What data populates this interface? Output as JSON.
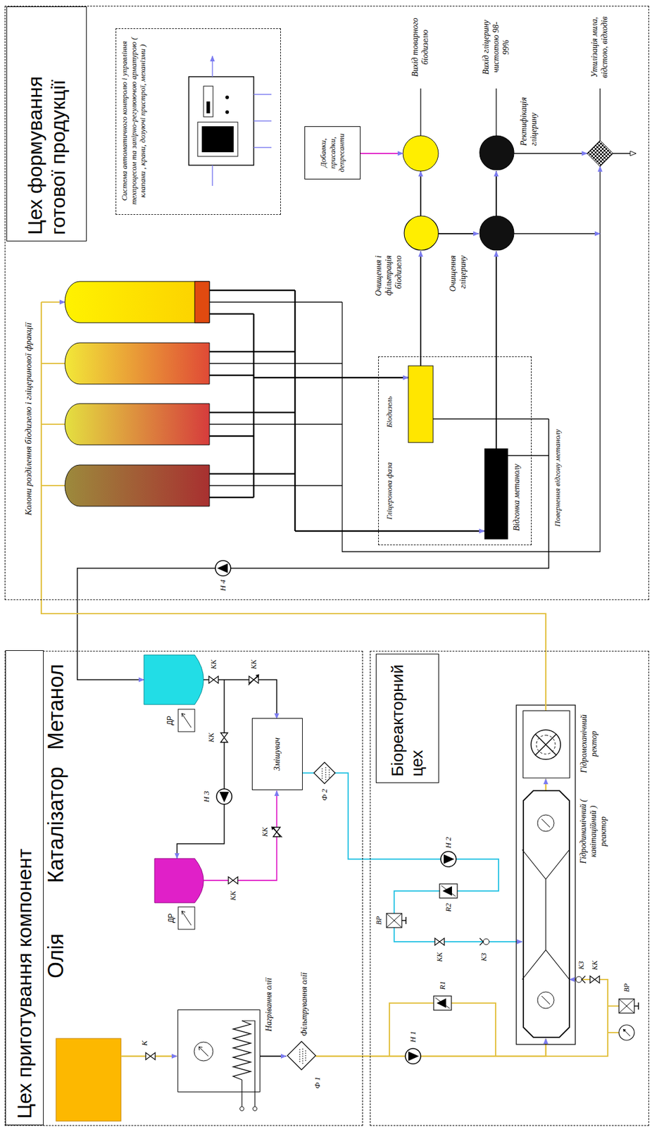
{
  "diagram": {
    "nodes": [
      {
        "text": [
          "Цех приготування компонент"
        ]
      },
      {
        "text": [
          "Нагрівання олії"
        ],
        "in": 0
      },
      {
        "text": [
          "Фільтрування олії"
        ],
        "in": 0
      },
      {
        "text": [
          "Змішувач"
        ],
        "in": 0
      },
      {
        "text": [
          "Біореакторний цех"
        ]
      },
      {
        "text": [
          "Гідродинамічний ( кавітаційний ) реактор"
        ],
        "in": 4
      },
      {
        "text": [
          "Гідромеханічний ректор"
        ],
        "in": 4
      },
      {
        "text": [
          "Цех формування готової продукції"
        ]
      },
      {
        "text": [
          "Відгонка метанолу"
        ],
        "in": 7
      },
      {
        "text": [
          "Очищення і фільтрація біодизело"
        ],
        "in": 7
      },
      {
        "text": [
          "Очищення гліцерину"
        ],
        "in": 7
      },
      {
        "text": [
          "Ректифікація гліцерину"
        ],
        "in": 7
      },
      {
        "text": [
          "Добавки, присадки, депресанти"
        ],
        "in": 7
      },
      {
        "text": [
          "Система автоматичного контролю і управління техпроцесом та запірно-регулюючою арматурою ( клапани , крани, дозуючі пристрої, механізми )"
        ],
        "in": 7
      }
    ],
    "edges": [
      {
        "from": 1,
        "to": 2,
        "arrow": "to"
      },
      {
        "from": 2,
        "to": 5,
        "arrow": "to"
      },
      {
        "from": 3,
        "to": 5,
        "arrow": "to"
      },
      {
        "from": 5,
        "to": 6,
        "arrow": "to"
      },
      {
        "from": 8,
        "to": 9,
        "arrow": "to"
      },
      {
        "from": 8,
        "to": 10,
        "arrow": "to"
      },
      {
        "from": 9,
        "to": 10,
        "arrow": "to"
      },
      {
        "from": 10,
        "to": 11,
        "arrow": "to"
      }
    ],
    "labels": [
      "Олія",
      "Каталізатор",
      "Метанол",
      "ДР",
      "ДР",
      "К",
      "Ф 1",
      "КК",
      "КК",
      "Н 3",
      "КК",
      "КК",
      "КК",
      "Ф 2",
      "Н 1",
      "R1",
      "Н 2",
      "R2",
      "ВР",
      "КК",
      "КЗ",
      "ВР",
      "КК",
      "КЗ",
      "Н 4",
      "Колони розділення біодизелю і гліцеринової фракції",
      "Біодизель",
      "Гліцеронова фаза",
      "Повернення відгону метанолу",
      "Вихід товарного біодизелю",
      "Вихід гліцерину чистотою 98-99%",
      "Утилізація мила, відстою, відходів"
    ]
  }
}
